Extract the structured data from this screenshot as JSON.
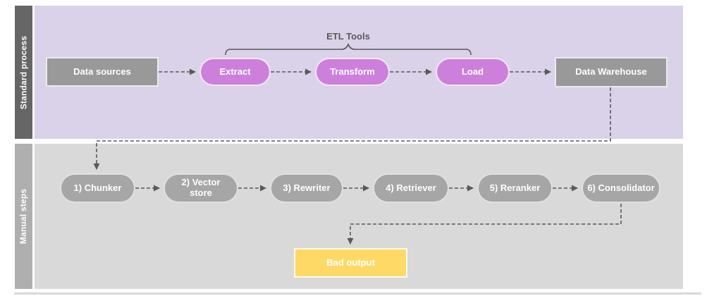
{
  "brace_label": "ETL Tools",
  "lanes": [
    {
      "label": "Standard process",
      "nodes": [
        {
          "label": "Data sources",
          "shape": "rectangle"
        },
        {
          "label": "Extract",
          "shape": "pill"
        },
        {
          "label": "Transform",
          "shape": "pill"
        },
        {
          "label": "Load",
          "shape": "pill"
        },
        {
          "label": "Data Warehouse",
          "shape": "rectangle"
        }
      ]
    },
    {
      "label": "Manual steps",
      "nodes": [
        {
          "label": "1) Chunker",
          "shape": "pill"
        },
        {
          "label": "2) Vector store",
          "shape": "pill"
        },
        {
          "label": "3) Rewriter",
          "shape": "pill"
        },
        {
          "label": "4) Retriever",
          "shape": "pill"
        },
        {
          "label": "5) Reranker",
          "shape": "pill"
        },
        {
          "label": "6) Consolidator",
          "shape": "pill"
        },
        {
          "label": "Bad output",
          "shape": "rectangle"
        }
      ]
    }
  ],
  "edges": [
    {
      "from": "Data sources",
      "to": "Extract",
      "style": "dashed-arrow"
    },
    {
      "from": "Extract",
      "to": "Transform",
      "style": "dashed-arrow"
    },
    {
      "from": "Transform",
      "to": "Load",
      "style": "dashed-arrow"
    },
    {
      "from": "Load",
      "to": "Data Warehouse",
      "style": "dashed-arrow"
    },
    {
      "from": "Data Warehouse",
      "to": "1) Chunker",
      "style": "dashed-arrow"
    },
    {
      "from": "1) Chunker",
      "to": "2) Vector store",
      "style": "dashed-arrow"
    },
    {
      "from": "2) Vector store",
      "to": "3) Rewriter",
      "style": "dashed-arrow"
    },
    {
      "from": "3) Rewriter",
      "to": "4) Retriever",
      "style": "dashed-arrow"
    },
    {
      "from": "4) Retriever",
      "to": "5) Reranker",
      "style": "dashed-arrow"
    },
    {
      "from": "5) Reranker",
      "to": "6) Consolidator",
      "style": "dashed-arrow"
    },
    {
      "from": "6) Consolidator",
      "to": "Bad output",
      "style": "dashed-arrow"
    }
  ],
  "brace_spans_nodes": [
    "Extract",
    "Transform",
    "Load"
  ],
  "colors": {
    "standard_lane_background": "#d9d2e9",
    "manual_lane_background": "#d9d9d9",
    "standard_lane_bar": "#666666",
    "manual_lane_bar": "#afafaf",
    "etl_pill": "#cc80dc",
    "gray_box": "#999999",
    "manual_pill": "#a6a6a6",
    "warning_box": "#ffd966",
    "connector": "#595959",
    "node_text": "#ffffff"
  }
}
